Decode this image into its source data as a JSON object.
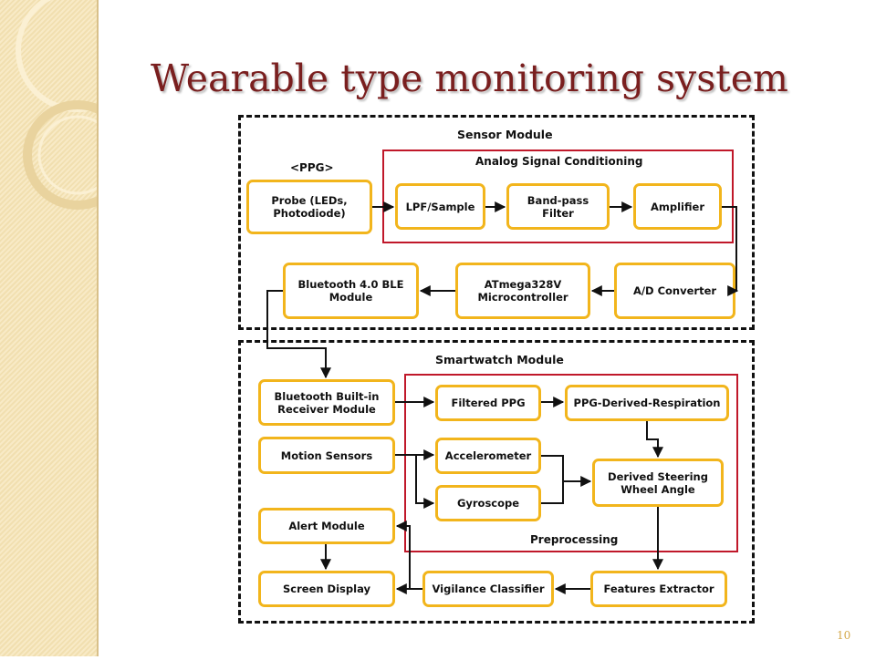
{
  "slide": {
    "title": "Wearable type monitoring system",
    "page_number": "10"
  },
  "diagram": {
    "sensor_module": {
      "label": "Sensor Module",
      "ppg_label": "<PPG>",
      "analog_group_label": "Analog Signal Conditioning",
      "nodes": {
        "probe": "Probe (LEDs,\nPhotodiode)",
        "lpf": "LPF/Sample",
        "bandpass": "Band-pass\nFilter",
        "amplifier": "Amplifier",
        "adc": "A/D Converter",
        "mcu": "ATmega328V\nMicrocontroller",
        "bt": "Bluetooth 4.0 BLE\nModule"
      }
    },
    "smartwatch_module": {
      "label": "Smartwatch Module",
      "preprocessing_label": "Preprocessing",
      "nodes": {
        "bt_receiver": "Bluetooth Built-in\nReceiver Module",
        "motion": "Motion Sensors",
        "alert": "Alert Module",
        "screen": "Screen Display",
        "filtered_ppg": "Filtered PPG",
        "pdr": "PPG-Derived-Respiration",
        "accel": "Accelerometer",
        "gyro": "Gyroscope",
        "steering": "Derived Steering\nWheel Angle",
        "features": "Features Extractor",
        "vigilance": "Vigilance Classifier"
      }
    }
  },
  "colors": {
    "title": "#7a1f1f",
    "node_border": "#f2b51c",
    "group_border": "#c0182a",
    "side_panel": "#f6e3b3"
  }
}
